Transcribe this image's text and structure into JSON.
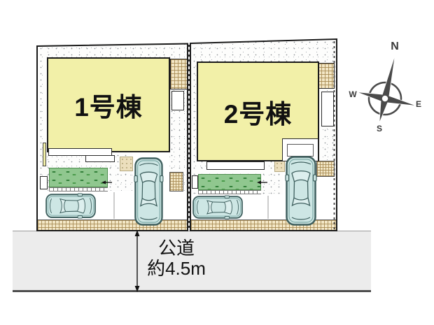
{
  "site_plan": {
    "lot1": {
      "building_label": "1号棟"
    },
    "lot2": {
      "building_label": "2号棟"
    },
    "road": {
      "name": "公道",
      "width_note": "約4.5m"
    },
    "compass": {
      "north": "N",
      "east": "E",
      "south": "S",
      "west": "W"
    },
    "colors": {
      "building_fill": "#f2f0a8",
      "garden_green": "#90c78f",
      "car_fill": "#cde6e4",
      "paving_tan": "#f3e7c6",
      "road_gray": "#ececec",
      "outline": "#1a1a1a",
      "compass_gray": "#4a4a4a"
    }
  }
}
